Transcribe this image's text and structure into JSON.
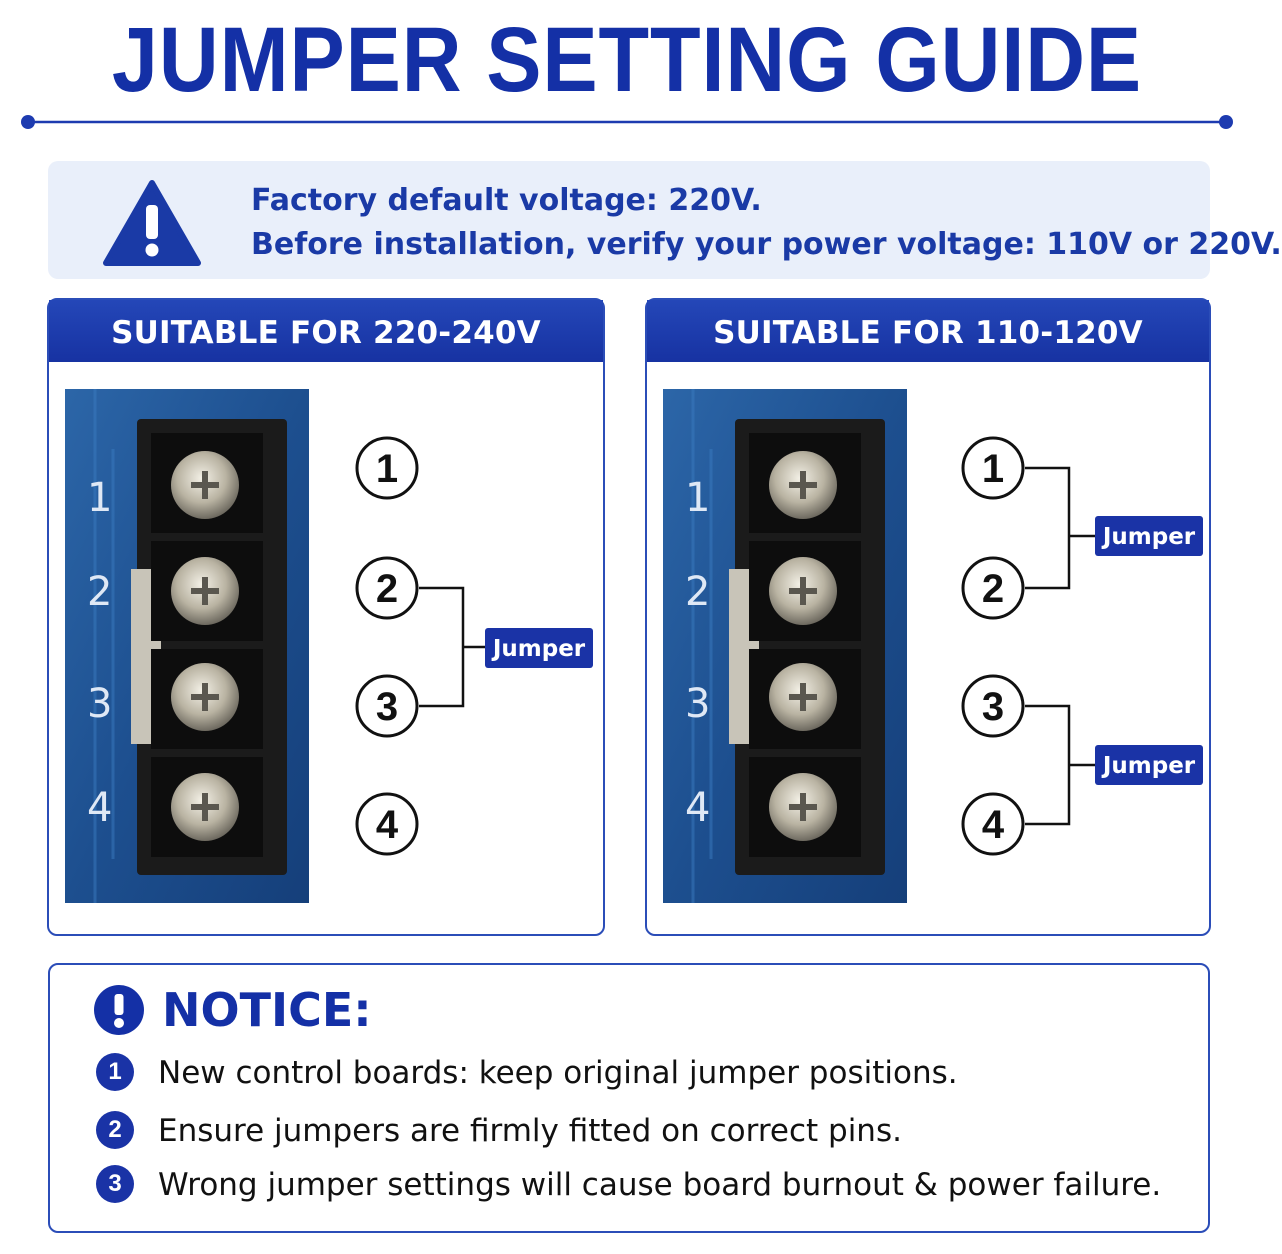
{
  "title": "JUMPER SETTING GUIDE",
  "warning": {
    "icon": "warning-triangle-icon",
    "line1": "Factory default voltage: 220V.",
    "line2": "Before installation, verify your power voltage: 110V or 220V."
  },
  "panels": [
    {
      "header": "SUITABLE FOR 220-240V",
      "board_labels": [
        "1",
        "2",
        "3",
        "4"
      ],
      "terminals": [
        "1",
        "2",
        "3",
        "4"
      ],
      "jumpers": [
        {
          "connects": [
            "2",
            "3"
          ],
          "label": "Jumper"
        }
      ]
    },
    {
      "header": "SUITABLE FOR 110-120V",
      "board_labels": [
        "1",
        "2",
        "3",
        "4"
      ],
      "terminals": [
        "1",
        "2",
        "3",
        "4"
      ],
      "jumpers": [
        {
          "connects": [
            "1",
            "2"
          ],
          "label": "Jumper"
        },
        {
          "connects": [
            "3",
            "4"
          ],
          "label": "Jumper"
        }
      ]
    }
  ],
  "notice": {
    "icon": "exclamation-circle-icon",
    "title": "NOTICE:",
    "items": [
      {
        "num": "1",
        "text": "New control boards: keep original jumper positions."
      },
      {
        "num": "2",
        "text": "Ensure jumpers are firmly fitted on correct pins."
      },
      {
        "num": "3",
        "text": "Wrong jumper settings will cause board burnout & power failure."
      }
    ]
  },
  "colors": {
    "brand_blue": "#1430a6",
    "header_blue": "#1f3fb0",
    "banner_bg": "#e9effa",
    "board_blue": "#1f4f8f"
  }
}
